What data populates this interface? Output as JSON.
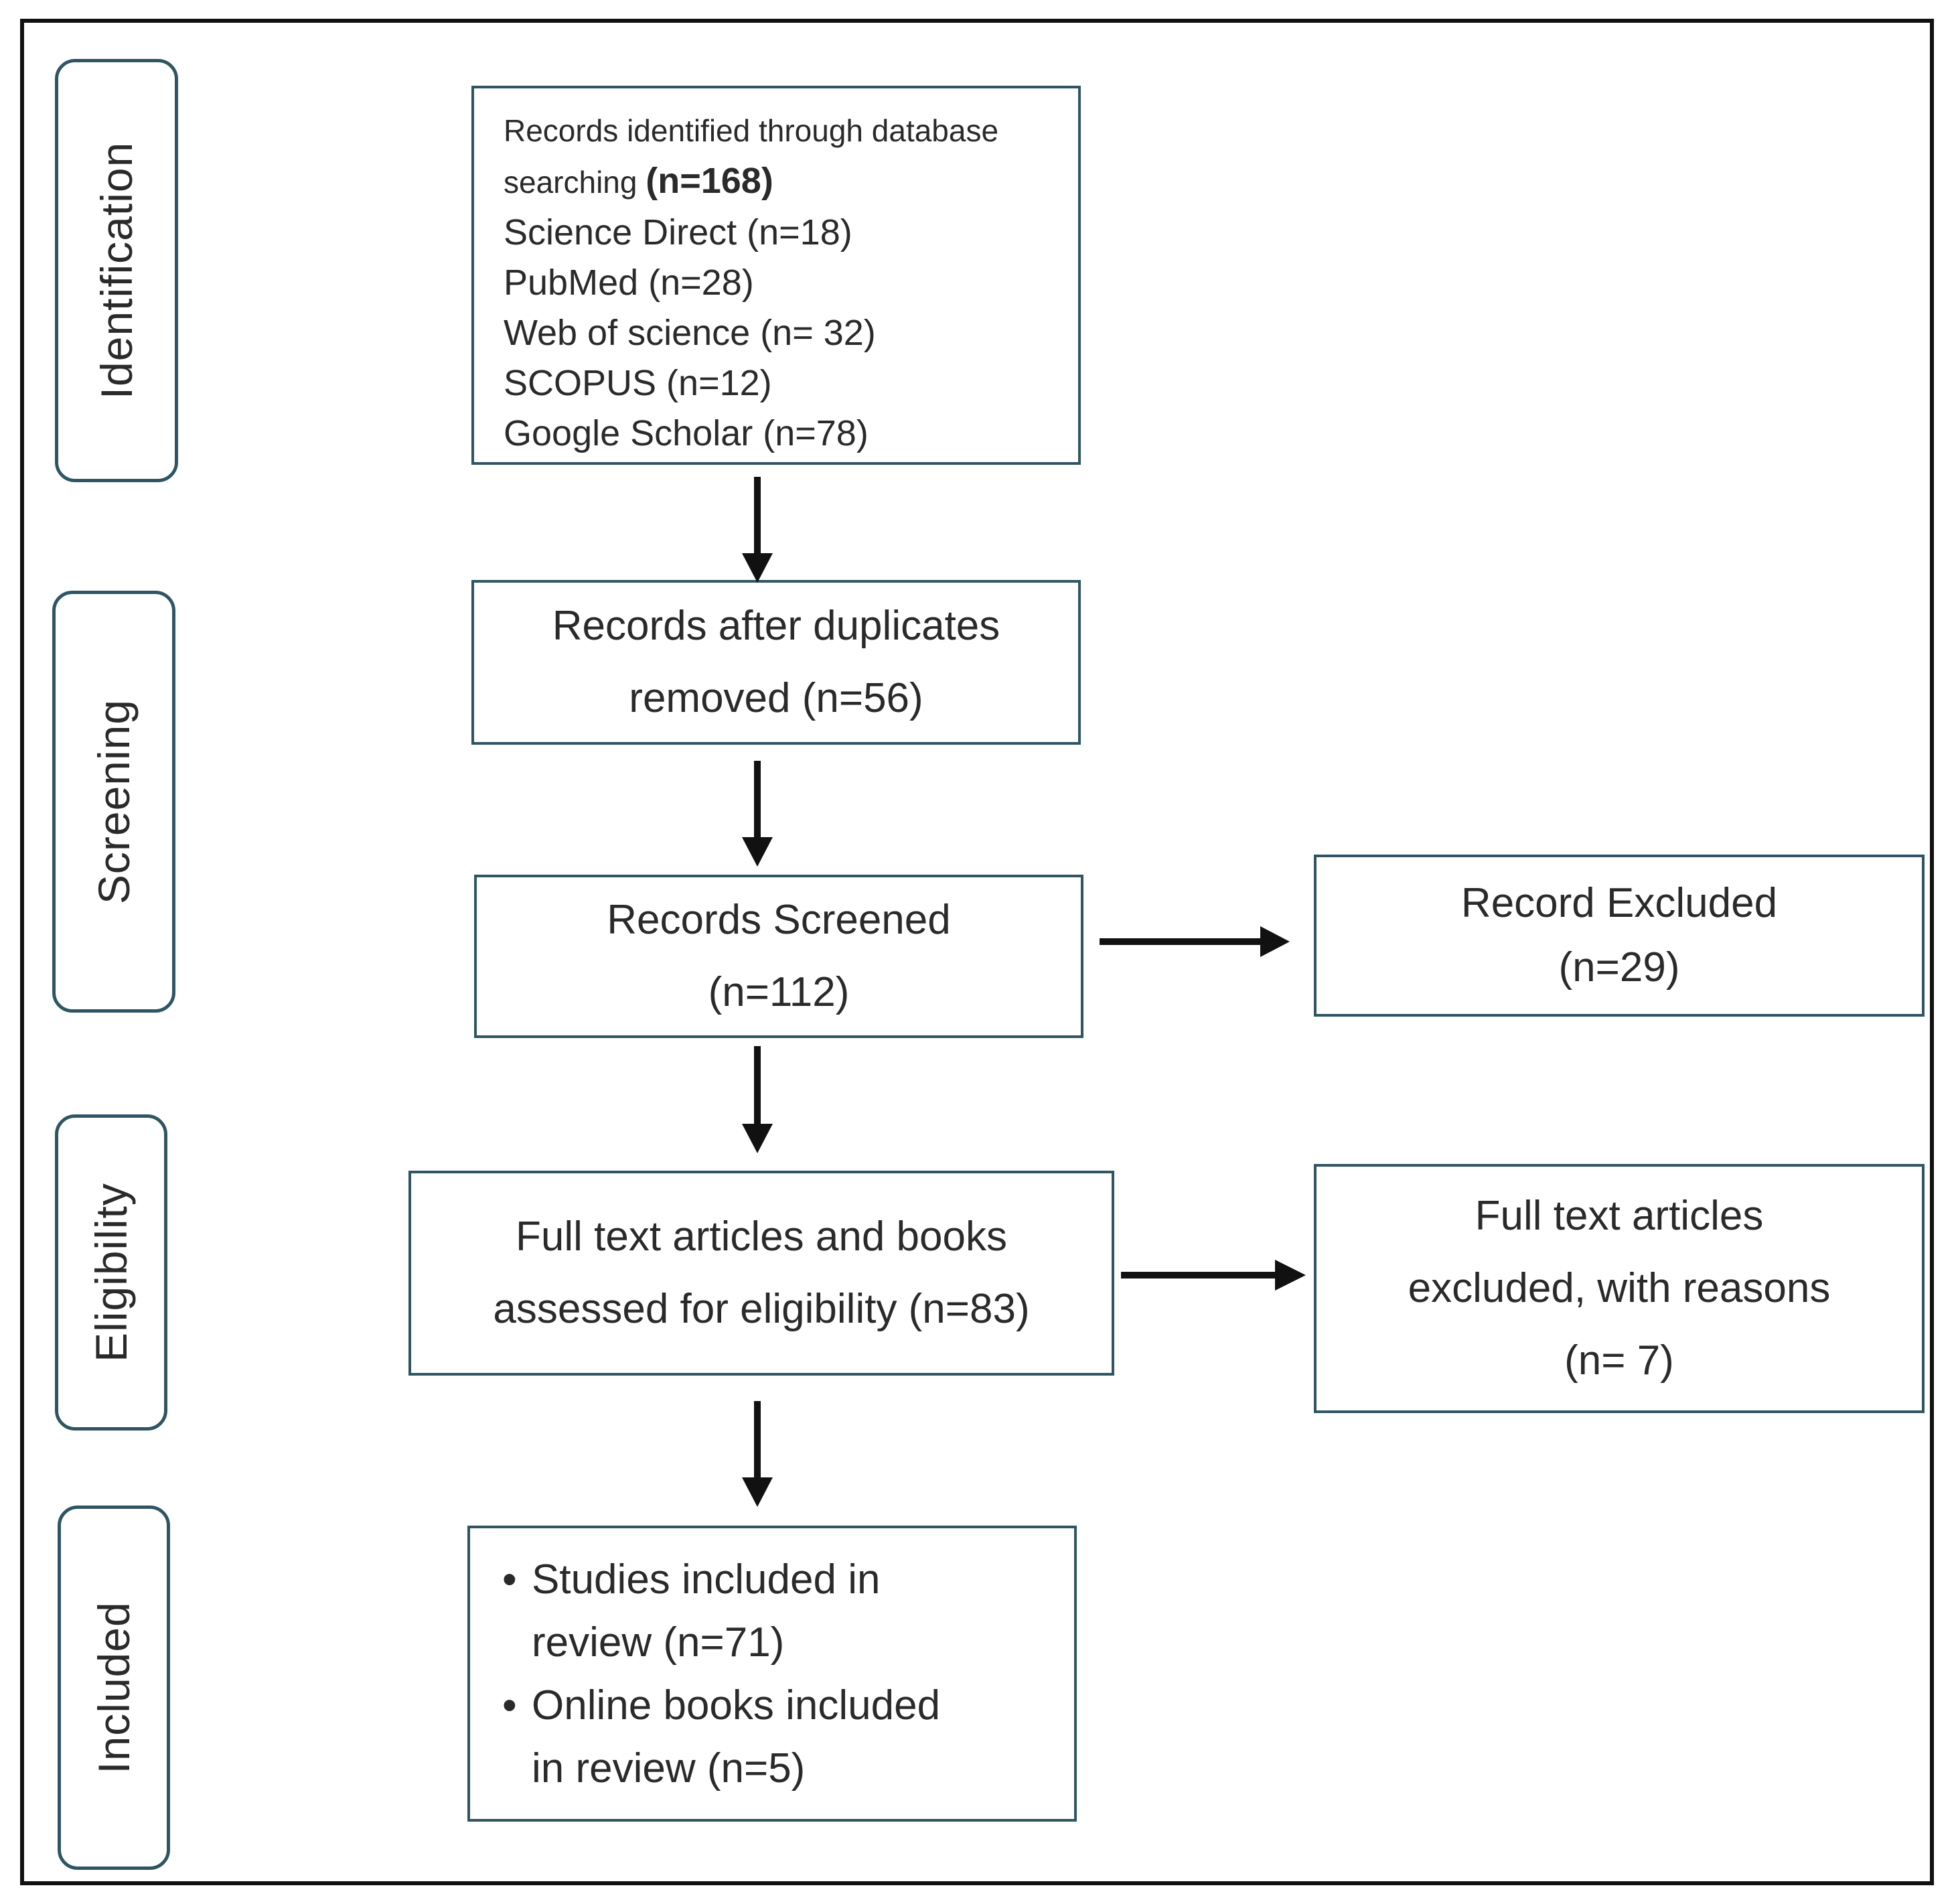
{
  "stages": {
    "identification": "Identification",
    "screening": "Screening",
    "eligibility": "Eligibility",
    "included": "Included"
  },
  "boxes": {
    "identified": {
      "line1": "Records identified through database",
      "line2a": "searching ",
      "line2b": "(n=168)",
      "sources": [
        "Science Direct (n=18)",
        "PubMed (n=28)",
        "Web of science (n= 32)",
        "SCOPUS (n=12)",
        "Google Scholar (n=78)"
      ]
    },
    "deduplicated": {
      "line1": "Records after duplicates",
      "line2": "removed (n=56)"
    },
    "screened": {
      "line1": "Records Screened",
      "line2": "(n=112)"
    },
    "excluded": {
      "line1": "Record Excluded",
      "line2": "(n=29)"
    },
    "assessed": {
      "line1": "Full text articles and books",
      "line2": "assessed for eligibility (n=83)"
    },
    "fulltext_excluded": {
      "line1": "Full text articles",
      "line2": "excluded, with reasons",
      "line3": "(n= 7)"
    },
    "included": {
      "bullet": "•",
      "item1_line1": "Studies included in",
      "item1_line2": "review (n=71)",
      "item2_line1": "Online books included",
      "item2_line2": "in review (n=5)"
    }
  }
}
